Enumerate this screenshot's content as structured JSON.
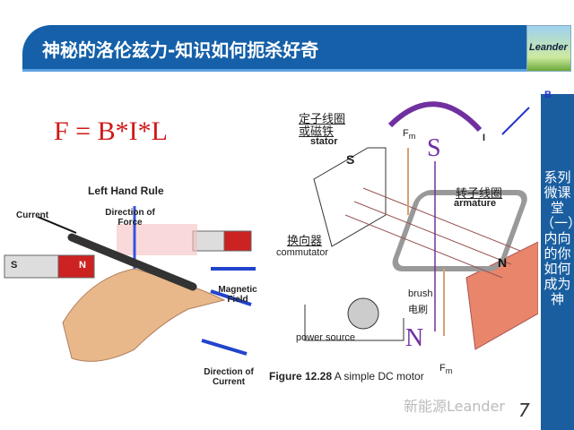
{
  "header": {
    "title": "神秘的洛伦兹力-知识如何扼杀好奇",
    "logo_text": "Leander"
  },
  "sidebar": {
    "text": "系列微课堂（一）：内向的你如何成为神"
  },
  "formula": "F = B*I*L",
  "left_hand_rule": {
    "title": "Left Hand Rule",
    "current": "Current",
    "direction_of_force": "Direction of Force",
    "magnetic_field": "Magnetic Field",
    "direction_of_current": "Direction of Current",
    "pole_s": "S",
    "pole_n": "N"
  },
  "motor": {
    "stator_zh_1": "定子线圈",
    "stator_zh_2": "或磁铁",
    "stator": "stator",
    "armature_zh": "转子线圈",
    "armature": "armature",
    "commutator_zh": "换向器",
    "commutator": "commutator",
    "brush": "brush",
    "brush_zh": "电刷",
    "power_source": "power source",
    "caption_label": "Figure 12.28",
    "caption_text": "A simple DC motor",
    "pole_s": "S",
    "pole_n": "N",
    "big_s": "S",
    "big_n": "N",
    "force": "F",
    "force_sub": "m",
    "current": "I",
    "field": "B"
  },
  "footer": {
    "watermark": "新能源Leander",
    "page_number": "7"
  },
  "colors": {
    "title_bar": "#1560a8",
    "formula": "#d01818",
    "purple": "#7030a0"
  }
}
